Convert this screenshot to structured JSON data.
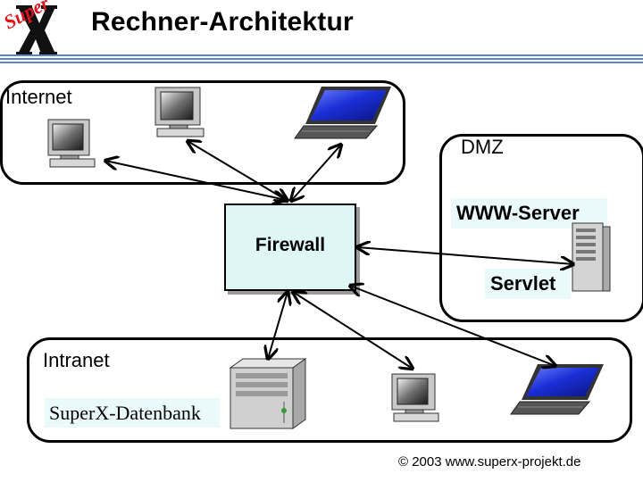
{
  "header": {
    "title": "Rechner-Architektur",
    "logo_text": "Super"
  },
  "zones": {
    "internet": "Internet",
    "dmz": "DMZ",
    "intranet": "Intranet"
  },
  "firewall": "Firewall",
  "dmz_tags": {
    "www_server": "WWW-Server",
    "servlet": "Servlet"
  },
  "intranet_tags": {
    "database": "SuperX-Datenbank"
  },
  "footer": {
    "copyright": "© 2003 www.superx-projekt.de"
  },
  "colors": {
    "accent_line": "#5a86c8",
    "firewall_fill": "#dff6f6",
    "laptop_screen": "#1a2fd6",
    "logo_red": "#e1141e"
  },
  "icons": [
    "desktop-computer-icon",
    "laptop-icon",
    "server-tower-icon",
    "superx-logo"
  ]
}
